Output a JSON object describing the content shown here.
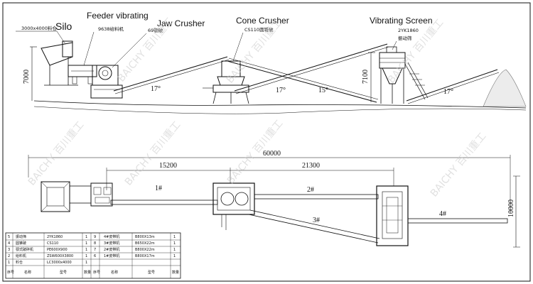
{
  "labels": {
    "silo": "Silo",
    "feeder": "Feeder vibrating",
    "jaw": "Jaw Crusher",
    "cone": "Cone Crusher",
    "screen": "Vibrating Screen"
  },
  "sublabels": {
    "silo": "3000x4000料仓",
    "feeder": "9638给料机",
    "jaw": "69颚破",
    "cone": "CS110圆锥破",
    "screen": "2YK1860",
    "screen2": "振动筛"
  },
  "dimensions": {
    "height_left": "7000",
    "height_right": "7100",
    "angle1": "17°",
    "angle2": "17°",
    "angle3": "15°",
    "angle4": "17°",
    "total_length": "60000",
    "span1": "15200",
    "span2": "21300",
    "width": "10000"
  },
  "conveyors": {
    "c1": "1#",
    "c2": "2#",
    "c3": "3#",
    "c4": "4#"
  },
  "watermark": "BAICHY 百川重工",
  "table": {
    "rows": [
      {
        "no": "5",
        "name": "振动筛",
        "model": "2YK1860",
        "qty": "1"
      },
      {
        "no": "4",
        "name": "圆锥破",
        "model": "CS110",
        "qty": "1"
      },
      {
        "no": "3",
        "name": "鄂式破碎机",
        "model": "PE600X900",
        "qty": "1"
      },
      {
        "no": "2",
        "name": "给料机",
        "model": "ZSW600X3800",
        "qty": "1"
      },
      {
        "no": "1",
        "name": "料仓",
        "model": "LC3000x4000",
        "qty": "1"
      }
    ],
    "rows2": [
      {
        "no": "9",
        "name": "4#皮带机",
        "model": "B800X13m",
        "qty": "1"
      },
      {
        "no": "8",
        "name": "3#皮带机",
        "model": "B650X22m",
        "qty": "1"
      },
      {
        "no": "7",
        "name": "2#皮带机",
        "model": "B800X22m",
        "qty": "1"
      },
      {
        "no": "6",
        "name": "1#皮带机",
        "model": "B800X17m",
        "qty": "1"
      }
    ],
    "header": {
      "no": "序号",
      "name": "名称",
      "model": "型号",
      "qty": "数量"
    }
  }
}
